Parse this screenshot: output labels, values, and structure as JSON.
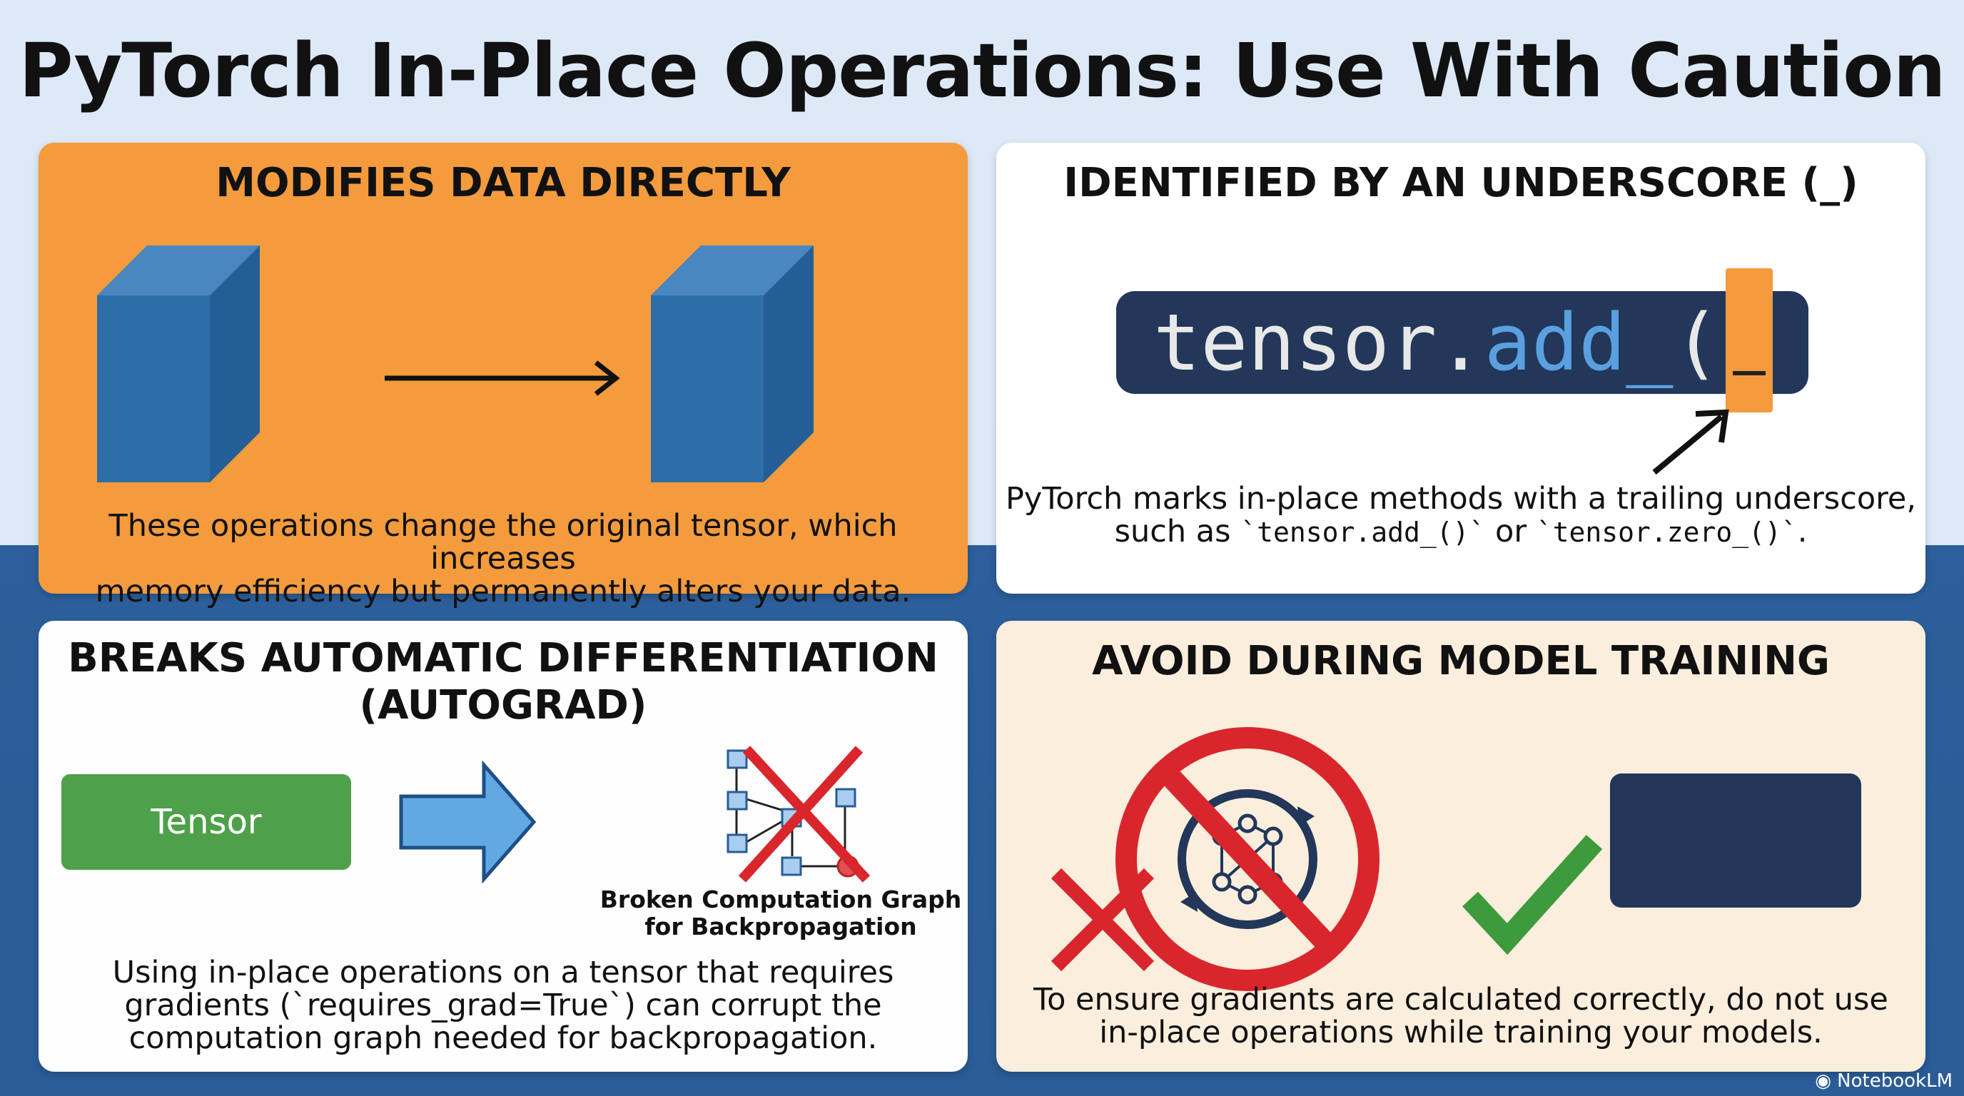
{
  "title": "PyTorch In-Place Operations: Use With Caution",
  "panels": {
    "modifies": {
      "title": "MODIFIES DATA DIRECTLY",
      "body_line1": "These operations change the original tensor, which increases",
      "body_line2": "memory efficiency but permanently alters your data."
    },
    "underscore": {
      "title": "IDENTIFIED BY AN UNDERSCORE (_)",
      "code_prefix": "tensor.",
      "code_method": "add_",
      "code_paren": "(",
      "body_line1": "PyTorch marks in-place methods with a trailing underscore,",
      "body_pre": "such as ",
      "code1": "`tensor.add_()`",
      "body_mid": " or ",
      "code2": "`tensor.zero_()`",
      "body_end": "."
    },
    "autograd": {
      "title_line1": "BREAKS AUTOMATIC DIFFERENTIATION",
      "title_line2": "(AUTOGRAD)",
      "tensor_label": "Tensor",
      "graph_caption_line1": "Broken Computation Graph",
      "graph_caption_line2": "for Backpropagation",
      "body_line1": "Using in-place operations on a tensor that requires",
      "body_line2": "gradients (`requires_grad=True`) can corrupt the",
      "body_line3": "computation graph needed for backpropagation."
    },
    "training": {
      "title": "AVOID DURING MODEL TRAINING",
      "body_line1": "To ensure gradients are calculated correctly, do not use",
      "body_line2": "in-place operations while training your models."
    }
  },
  "brand": "NotebookLM",
  "colors": {
    "orange": "#f39b3d",
    "cube_blue": "#2e6ea8",
    "navy": "#22375a",
    "green": "#4ea04a",
    "red": "#d9262c",
    "arrow_blue": "#62a8e2"
  },
  "icons": [
    "cube-icon",
    "right-arrow-icon",
    "pointer-arrow-icon",
    "graph-icon",
    "cross-icon",
    "prohibited-icon",
    "neural-net-icon",
    "checkmark-icon"
  ]
}
